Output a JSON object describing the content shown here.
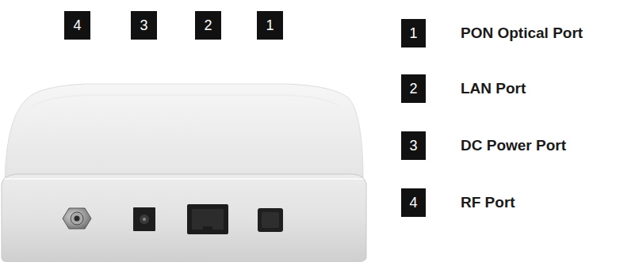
{
  "diagram": {
    "nodes": [
      {
        "text": [
          "4"
        ]
      },
      {
        "text": [
          "3"
        ]
      },
      {
        "text": [
          "2"
        ]
      },
      {
        "text": [
          "1"
        ]
      },
      {
        "text": [
          "1"
        ]
      },
      {
        "text": [
          "2"
        ]
      },
      {
        "text": [
          "3"
        ]
      },
      {
        "text": [
          "4"
        ]
      }
    ],
    "labels": [
      "PON Optical Port",
      "LAN Port",
      "DC Power Port",
      "RF Port"
    ]
  }
}
